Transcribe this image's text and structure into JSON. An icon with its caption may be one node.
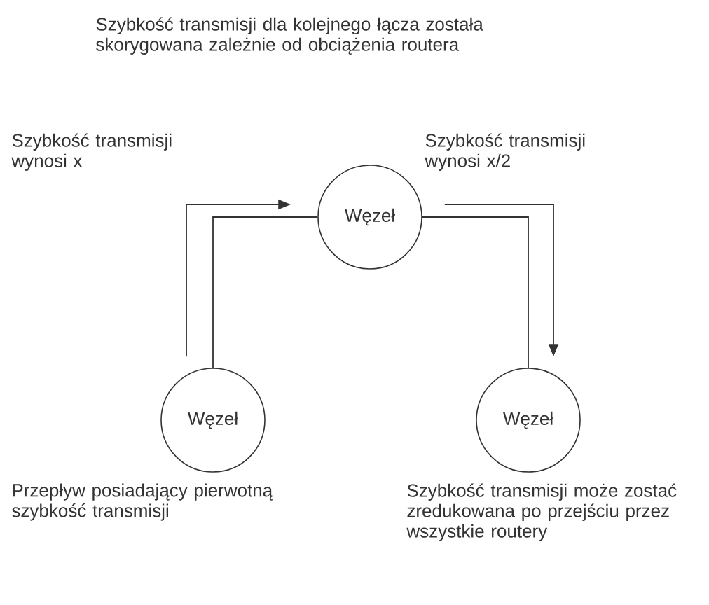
{
  "diagram": {
    "nodes": [
      {
        "text": [
          "Węzeł"
        ],
        "beside": [
          "Przepływ posiadający pierwotną szybkość transmisji"
        ]
      },
      {
        "text": [
          "Węzeł"
        ]
      },
      {
        "text": [
          "Węzeł"
        ],
        "beside": [
          "Szybkość transmisji może zostać zredukowana po przejściu przez wszystkie routery"
        ]
      }
    ],
    "edges": [
      {
        "from": 0,
        "to": 1,
        "arrow": "none"
      },
      {
        "from": 1,
        "to": 2,
        "arrow": "none"
      },
      {
        "from": 0,
        "to": 1,
        "arrow": "to"
      },
      {
        "from": 1,
        "to": 2,
        "arrow": "to"
      }
    ],
    "labels": [
      "Szybkość transmisji dla kolejnego łącza została skorygowana zależnie od obciążenia routera",
      "Szybkość transmisji wynosi x",
      "Szybkość transmisji wynosi x/2"
    ]
  }
}
